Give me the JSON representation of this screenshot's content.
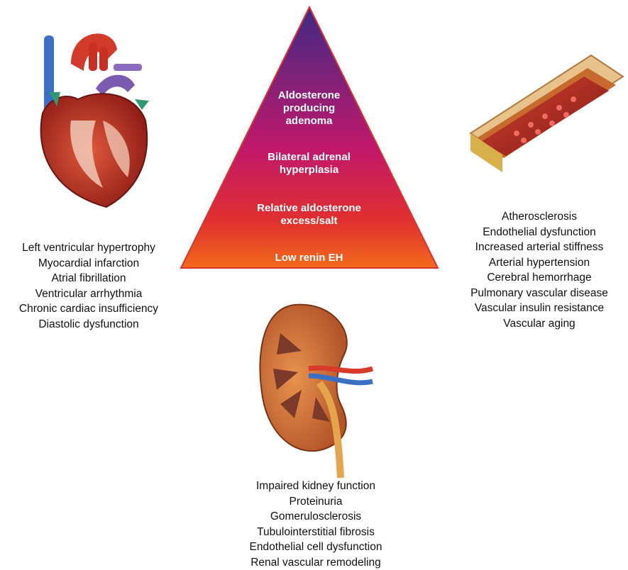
{
  "pyramid": {
    "levels": [
      "Aldosterone\nproducing\nadenoma",
      "Bilateral adrenal\nhyperplasia",
      "Relative aldosterone\nexcess/salt",
      "Low renin EH"
    ],
    "colors": {
      "top": "#3f2a86",
      "middle": "#c2186a",
      "bottom": "#f26a1b",
      "outline": "#d9332e"
    }
  },
  "heart": {
    "items": [
      "Left ventricular hypertrophy",
      "Myocardial infarction",
      "Atrial fibrillation",
      "Ventricular arrhythmia",
      "Chronic cardiac insufficiency",
      "Diastolic dysfunction"
    ]
  },
  "vessel": {
    "items": [
      "Atherosclerosis",
      "Endothelial dysfunction",
      "Increased arterial stiffness",
      "Arterial hypertension",
      "Cerebral hemorrhage",
      "Pulmonary vascular disease",
      "Vascular insulin resistance",
      "Vascular aging"
    ]
  },
  "kidney": {
    "items": [
      "Impaired kidney function",
      "Proteinuria",
      "Gomerulosclerosis",
      "Tubulointerstitial fibrosis",
      "Endothelial cell dysfunction",
      "Renal vascular remodeling"
    ]
  }
}
